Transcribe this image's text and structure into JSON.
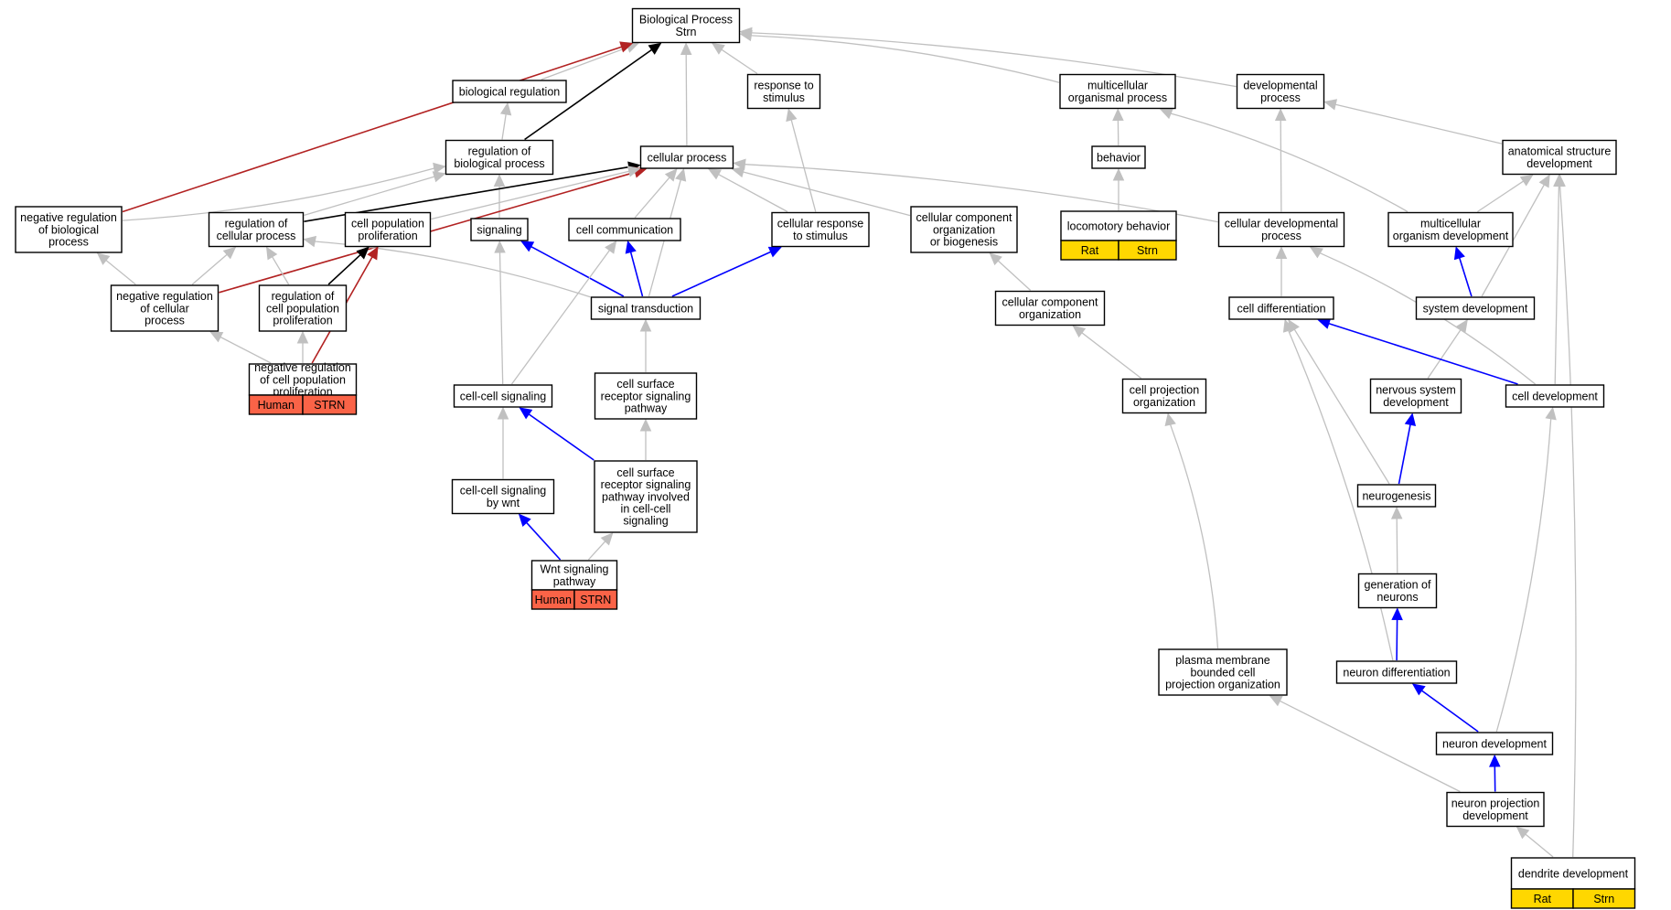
{
  "colors": {
    "gray": "#c0c0c0",
    "black": "#000000",
    "blue": "#0000ff",
    "red": "#b22222",
    "human": "#fa6347",
    "rat": "#ffd700"
  },
  "nodes": [
    {
      "id": "bp",
      "lines": [
        "Biological Process",
        "Strn"
      ]
    },
    {
      "id": "bioreg",
      "lines": [
        "biological regulation"
      ]
    },
    {
      "id": "resp",
      "lines": [
        "response to",
        "stimulus"
      ]
    },
    {
      "id": "multi",
      "lines": [
        "multicellular",
        "organismal process"
      ]
    },
    {
      "id": "dev",
      "lines": [
        "developmental",
        "process"
      ]
    },
    {
      "id": "regbio",
      "lines": [
        "regulation of",
        "biological process"
      ]
    },
    {
      "id": "cellproc",
      "lines": [
        "cellular process"
      ]
    },
    {
      "id": "behavior",
      "lines": [
        "behavior"
      ]
    },
    {
      "id": "anat",
      "lines": [
        "anatomical structure",
        "development"
      ]
    },
    {
      "id": "negbio",
      "lines": [
        "negative regulation",
        "of biological",
        "process"
      ]
    },
    {
      "id": "regcell",
      "lines": [
        "regulation of",
        "cellular process"
      ]
    },
    {
      "id": "cpp",
      "lines": [
        "cell population",
        "proliferation"
      ]
    },
    {
      "id": "signaling",
      "lines": [
        "signaling"
      ]
    },
    {
      "id": "cellcomm",
      "lines": [
        "cell communication"
      ]
    },
    {
      "id": "cellresp",
      "lines": [
        "cellular response",
        "to stimulus"
      ]
    },
    {
      "id": "ccorg",
      "lines": [
        "cellular component",
        "organization",
        "or biogenesis"
      ]
    },
    {
      "id": "loco",
      "lines": [
        "locomotory behavior"
      ],
      "tags": [
        {
          "text": "Rat",
          "kind": "rat"
        },
        {
          "text": "Strn",
          "kind": "rat"
        }
      ]
    },
    {
      "id": "celldevproc",
      "lines": [
        "cellular developmental",
        "process"
      ]
    },
    {
      "id": "multiorg",
      "lines": [
        "multicellular",
        "organism development"
      ]
    },
    {
      "id": "negcell",
      "lines": [
        "negative regulation",
        "of cellular",
        "process"
      ]
    },
    {
      "id": "regcpp",
      "lines": [
        "regulation of",
        "cell population",
        "proliferation"
      ]
    },
    {
      "id": "sigtrans",
      "lines": [
        "signal transduction"
      ]
    },
    {
      "id": "ccorg2",
      "lines": [
        "cellular component",
        "organization"
      ]
    },
    {
      "id": "celldiff",
      "lines": [
        "cell differentiation"
      ]
    },
    {
      "id": "sysdev",
      "lines": [
        "system development"
      ]
    },
    {
      "id": "negcpp",
      "lines": [
        "negative regulation",
        "of cell population",
        "proliferation"
      ],
      "tags": [
        {
          "text": "Human",
          "kind": "human"
        },
        {
          "text": "STRN",
          "kind": "human"
        }
      ]
    },
    {
      "id": "ccsig",
      "lines": [
        "cell-cell signaling"
      ]
    },
    {
      "id": "csrsp",
      "lines": [
        "cell surface",
        "receptor signaling",
        "pathway"
      ]
    },
    {
      "id": "cpo",
      "lines": [
        "cell projection",
        "organization"
      ]
    },
    {
      "id": "nsd",
      "lines": [
        "nervous system",
        "development"
      ]
    },
    {
      "id": "celldev",
      "lines": [
        "cell development"
      ]
    },
    {
      "id": "neurogen",
      "lines": [
        "neurogenesis"
      ]
    },
    {
      "id": "csrsp2",
      "lines": [
        "cell surface",
        "receptor signaling",
        "pathway involved",
        "in cell-cell",
        "signaling"
      ]
    },
    {
      "id": "ccwnt",
      "lines": [
        "cell-cell signaling",
        "by wnt"
      ]
    },
    {
      "id": "genneur",
      "lines": [
        "generation of",
        "neurons"
      ]
    },
    {
      "id": "wnt",
      "lines": [
        "Wnt signaling",
        "pathway"
      ],
      "tags": [
        {
          "text": "Human",
          "kind": "human"
        },
        {
          "text": "STRN",
          "kind": "human"
        }
      ]
    },
    {
      "id": "pmbcpo",
      "lines": [
        "plasma membrane",
        "bounded cell",
        "projection organization"
      ]
    },
    {
      "id": "neurdiff",
      "lines": [
        "neuron differentiation"
      ]
    },
    {
      "id": "neurdev",
      "lines": [
        "neuron development"
      ]
    },
    {
      "id": "npd",
      "lines": [
        "neuron projection",
        "development"
      ]
    },
    {
      "id": "dendrite",
      "lines": [
        "dendrite development"
      ],
      "tags": [
        {
          "text": "Rat",
          "kind": "rat"
        },
        {
          "text": "Strn",
          "kind": "rat"
        }
      ]
    }
  ],
  "edges": [
    {
      "from": "bioreg",
      "to": "bp",
      "color": "gray"
    },
    {
      "from": "resp",
      "to": "bp",
      "color": "gray"
    },
    {
      "from": "multi",
      "to": "bp",
      "color": "gray"
    },
    {
      "from": "dev",
      "to": "bp",
      "color": "gray"
    },
    {
      "from": "cellproc",
      "to": "bp",
      "color": "gray"
    },
    {
      "from": "regbio",
      "to": "bp",
      "color": "black"
    },
    {
      "from": "negbio",
      "to": "bp",
      "color": "red"
    },
    {
      "from": "regbio",
      "to": "bioreg",
      "color": "gray"
    },
    {
      "from": "behavior",
      "to": "multi",
      "color": "gray"
    },
    {
      "from": "anat",
      "to": "dev",
      "color": "gray"
    },
    {
      "from": "negbio",
      "to": "regbio",
      "color": "gray"
    },
    {
      "from": "regcell",
      "to": "regbio",
      "color": "gray"
    },
    {
      "from": "signaling",
      "to": "regbio",
      "color": "gray"
    },
    {
      "from": "regcell",
      "to": "cellproc",
      "color": "black"
    },
    {
      "from": "negcell",
      "to": "cellproc",
      "color": "red"
    },
    {
      "from": "cpp",
      "to": "cellproc",
      "color": "gray"
    },
    {
      "from": "cellcomm",
      "to": "cellproc",
      "color": "gray"
    },
    {
      "from": "cellresp",
      "to": "cellproc",
      "color": "gray"
    },
    {
      "from": "ccorg",
      "to": "cellproc",
      "color": "gray"
    },
    {
      "from": "celldevproc",
      "to": "cellproc",
      "color": "gray"
    },
    {
      "from": "sigtrans",
      "to": "cellproc",
      "color": "gray"
    },
    {
      "from": "loco",
      "to": "behavior",
      "color": "gray"
    },
    {
      "from": "celldevproc",
      "to": "dev",
      "color": "gray"
    },
    {
      "from": "multiorg",
      "to": "multi",
      "color": "gray"
    },
    {
      "from": "multiorg",
      "to": "anat",
      "color": "gray"
    },
    {
      "from": "cellresp",
      "to": "resp",
      "color": "gray"
    },
    {
      "from": "negcell",
      "to": "negbio",
      "color": "gray"
    },
    {
      "from": "negcell",
      "to": "regcell",
      "color": "gray"
    },
    {
      "from": "regcpp",
      "to": "regcell",
      "color": "gray"
    },
    {
      "from": "sigtrans",
      "to": "regcell",
      "color": "gray"
    },
    {
      "from": "regcpp",
      "to": "cpp",
      "color": "black"
    },
    {
      "from": "negcpp",
      "to": "cpp",
      "color": "red"
    },
    {
      "from": "sigtrans",
      "to": "signaling",
      "color": "blue"
    },
    {
      "from": "sigtrans",
      "to": "cellcomm",
      "color": "blue"
    },
    {
      "from": "sigtrans",
      "to": "cellresp",
      "color": "blue"
    },
    {
      "from": "ccorg2",
      "to": "ccorg",
      "color": "gray"
    },
    {
      "from": "celldiff",
      "to": "celldevproc",
      "color": "gray"
    },
    {
      "from": "celldev",
      "to": "celldevproc",
      "color": "gray"
    },
    {
      "from": "sysdev",
      "to": "multiorg",
      "color": "blue"
    },
    {
      "from": "sysdev",
      "to": "anat",
      "color": "gray"
    },
    {
      "from": "negcpp",
      "to": "negcell",
      "color": "gray"
    },
    {
      "from": "negcpp",
      "to": "regcpp",
      "color": "gray"
    },
    {
      "from": "ccsig",
      "to": "signaling",
      "color": "gray"
    },
    {
      "from": "ccsig",
      "to": "cellcomm",
      "color": "gray"
    },
    {
      "from": "csrsp",
      "to": "sigtrans",
      "color": "gray"
    },
    {
      "from": "cpo",
      "to": "ccorg2",
      "color": "gray"
    },
    {
      "from": "nsd",
      "to": "sysdev",
      "color": "gray"
    },
    {
      "from": "celldev",
      "to": "celldiff",
      "color": "blue"
    },
    {
      "from": "celldev",
      "to": "anat",
      "color": "gray"
    },
    {
      "from": "neurogen",
      "to": "nsd",
      "color": "blue"
    },
    {
      "from": "neurogen",
      "to": "celldiff",
      "color": "gray"
    },
    {
      "from": "csrsp2",
      "to": "ccsig",
      "color": "blue"
    },
    {
      "from": "csrsp2",
      "to": "csrsp",
      "color": "gray"
    },
    {
      "from": "ccwnt",
      "to": "ccsig",
      "color": "gray"
    },
    {
      "from": "genneur",
      "to": "neurogen",
      "color": "gray"
    },
    {
      "from": "wnt",
      "to": "ccwnt",
      "color": "blue"
    },
    {
      "from": "wnt",
      "to": "csrsp2",
      "color": "gray"
    },
    {
      "from": "pmbcpo",
      "to": "cpo",
      "color": "gray"
    },
    {
      "from": "neurdiff",
      "to": "genneur",
      "color": "blue"
    },
    {
      "from": "neurdiff",
      "to": "celldiff",
      "color": "gray"
    },
    {
      "from": "neurdev",
      "to": "neurdiff",
      "color": "blue"
    },
    {
      "from": "neurdev",
      "to": "celldev",
      "color": "gray"
    },
    {
      "from": "npd",
      "to": "neurdev",
      "color": "blue"
    },
    {
      "from": "npd",
      "to": "pmbcpo",
      "color": "gray"
    },
    {
      "from": "dendrite",
      "to": "npd",
      "color": "gray"
    },
    {
      "from": "dendrite",
      "to": "anat",
      "color": "gray"
    }
  ]
}
